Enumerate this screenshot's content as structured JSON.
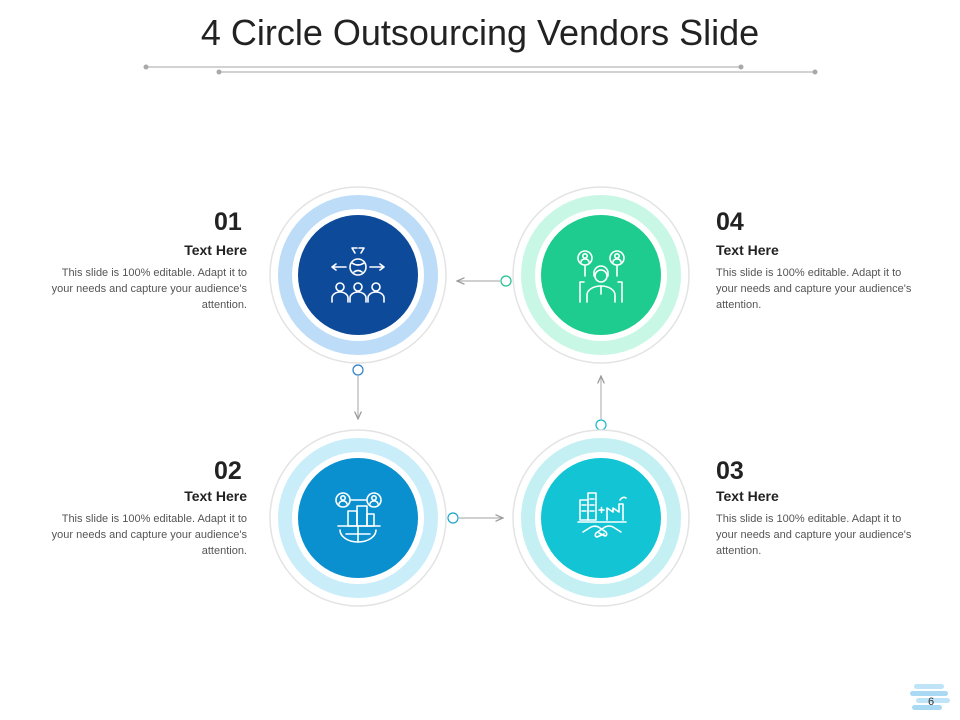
{
  "title": "4 Circle Outsourcing Vendors Slide",
  "items": [
    {
      "number": "01",
      "heading": "Text Here",
      "text": "This slide is 100% editable. Adapt it to your needs and capture your audience's attention.",
      "icon": "global-team-icon",
      "color": "#0d4a9a",
      "ring": "#bcdcf8"
    },
    {
      "number": "02",
      "heading": "Text Here",
      "text": "This slide is 100% editable. Adapt it to your needs and capture your audience's attention.",
      "icon": "global-business-icon",
      "color": "#0a8fcf",
      "ring": "#c9eefa"
    },
    {
      "number": "03",
      "heading": "Text Here",
      "text": "This slide is 100% editable. Adapt it to your needs and capture your audience's attention.",
      "icon": "business-deal-icon",
      "color": "#12c4d4",
      "ring": "#c4f0f4"
    },
    {
      "number": "04",
      "heading": "Text Here",
      "text": "This slide is 100% editable. Adapt it to your needs and capture your audience's attention.",
      "icon": "vendor-support-icon",
      "color": "#1dcc8e",
      "ring": "#c8f7e6"
    }
  ],
  "page_number": "6"
}
